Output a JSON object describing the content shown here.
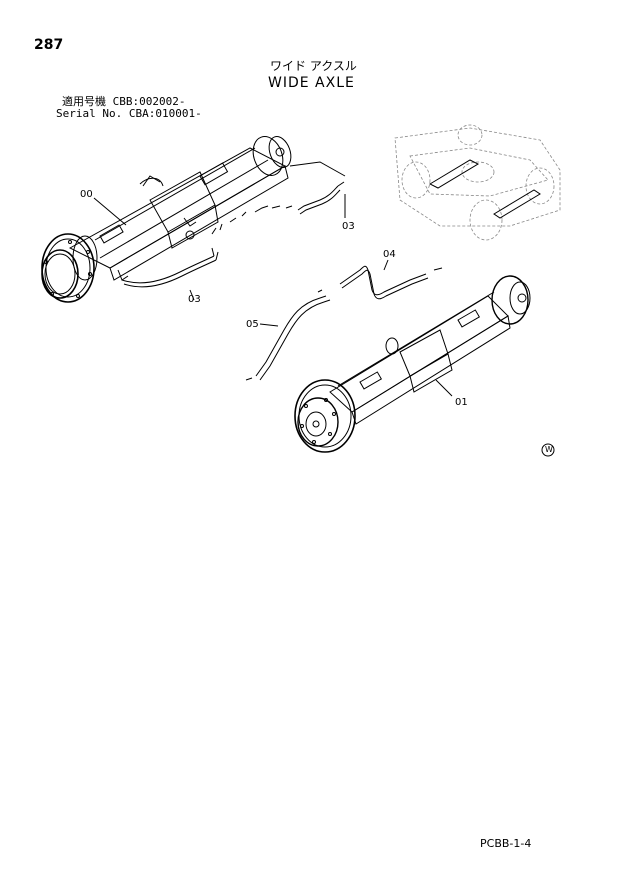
{
  "page": {
    "number": "287",
    "title_jp": "ワイド アクスル",
    "title_en": "WIDE AXLE",
    "applicability": {
      "line1": "適用号機 CBB:002002-",
      "line2": "Serial No. CBA:010001-"
    },
    "footer_code": "PCBB-1-4"
  },
  "callouts": {
    "c00": "00",
    "c03a": "03",
    "c03b": "03",
    "c04": "04",
    "c05": "05",
    "c01": "01"
  },
  "icons": {
    "w_mark": "W"
  }
}
